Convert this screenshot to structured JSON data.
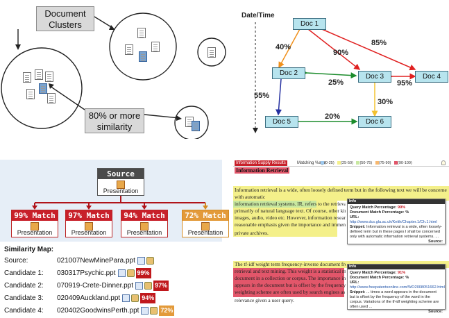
{
  "panel_clusters": {
    "label_clusters": "Document\nClusters",
    "label_similarity": "80% or more\nsimilarity"
  },
  "panel_graph": {
    "axis_label": "Date/Time",
    "nodes": [
      "Doc 1",
      "Doc 2",
      "Doc 3",
      "Doc 4",
      "Doc 5",
      "Doc 6"
    ],
    "edges": [
      {
        "pct": "85%"
      },
      {
        "pct": "40%"
      },
      {
        "pct": "90%"
      },
      {
        "pct": "25%"
      },
      {
        "pct": "95%"
      },
      {
        "pct": "55%"
      },
      {
        "pct": "30%"
      },
      {
        "pct": "20%"
      }
    ],
    "colors": {
      "node_fill": "#b7e4ee",
      "arrow_red": "#e02020",
      "arrow_orange": "#f0901c",
      "arrow_green": "#1c8c2c",
      "arrow_yellow": "#f2c230",
      "arrow_blue": "#2530a0"
    }
  },
  "panel_match": {
    "source_title": "Source",
    "source_label": "Presentation",
    "matches": [
      {
        "title": "99% Match",
        "label": "Presentation",
        "color": "#c8202a"
      },
      {
        "title": "97% Match",
        "label": "Presentation",
        "color": "#c8202a"
      },
      {
        "title": "94% Match",
        "label": "Presentation",
        "color": "#c8202a"
      },
      {
        "title": "72% Match",
        "label": "Presentation",
        "color": "#e39a3a"
      }
    ],
    "similarity_map_title": "Similarity Map:",
    "rows": [
      {
        "label": "Source:",
        "file": "021007NewMinePara.ppt",
        "pct": ""
      },
      {
        "label": "Candidate 1:",
        "file": "030317Psychic.ppt",
        "pct": "99%"
      },
      {
        "label": "Candidate 2:",
        "file": "070919-Crete-Dinner.ppt",
        "pct": "97%"
      },
      {
        "label": "Candidate 3:",
        "file": "020409Auckland.ppt",
        "pct": "94%"
      },
      {
        "label": "Candidate 4:",
        "file": "020402GoodwinsPerth.ppt",
        "pct": "72%"
      }
    ]
  },
  "panel_doc": {
    "header_badge": "Information Supply Results",
    "header_title": "Information Retrieval",
    "legend_label": "Matching %age",
    "legend_items": [
      "(0-25)",
      "(25-50)",
      "(50-75)",
      "(75-90)",
      "(90-100)"
    ],
    "legend_colors": [
      "#9ec9ef",
      "#f4f08a",
      "#c8e8a0",
      "#f7b870",
      "#e2566a"
    ],
    "para1": [
      "Information retrieval is a wide, often loosely defined term but in the following text we will be concerned only",
      "with automatic",
      "information retrieval systems. IR, refers to the retrieval of",
      "primarily of natural language text. Of course, other kinds",
      "images, audio, video etc. However, information research",
      "reasonable emphasis given the importance and immense",
      "private archives."
    ],
    "para2": [
      "The tf-idf weight term frequency-inverse document frequency",
      "retrieval and text mining. This weight is a statistical measure",
      "document in a collection or corpus. The importance increases",
      "appears in the document but is offset by the frequency",
      "weighting scheme are often used by search engines as",
      "relevance given a user query."
    ],
    "tooltip1": {
      "title": "Info",
      "match_label": "Query Match Percentage:",
      "match_value": "99%",
      "doc_label": "Document Match Percentage: %",
      "url_label": "URL:",
      "url": "http://www.dcs.gla.ac.uk/Keith/Chapter.1/Ch.1.html",
      "snippet_label": "Snippet:",
      "snippet": "Information retrieval is a wide, often loosely-defined term but in these pages I shall be concerned only with automatic information retrieval systems. ...",
      "source": "Source:"
    },
    "tooltip2": {
      "title": "Info",
      "match_label": "Query Match Percentage:",
      "match_value": "91%",
      "doc_label": "Document Match Percentage: %",
      "url_label": "URL:",
      "url": "http://www.freepatentsonline.com/WO2008051662.html",
      "snippet_label": "Snippet:",
      "snippet": "... times a word appears in the document but is offset by the frequency of the word in the corpus. Variations of the tf-idf weighting scheme are often used ...",
      "source": "Source:"
    }
  }
}
